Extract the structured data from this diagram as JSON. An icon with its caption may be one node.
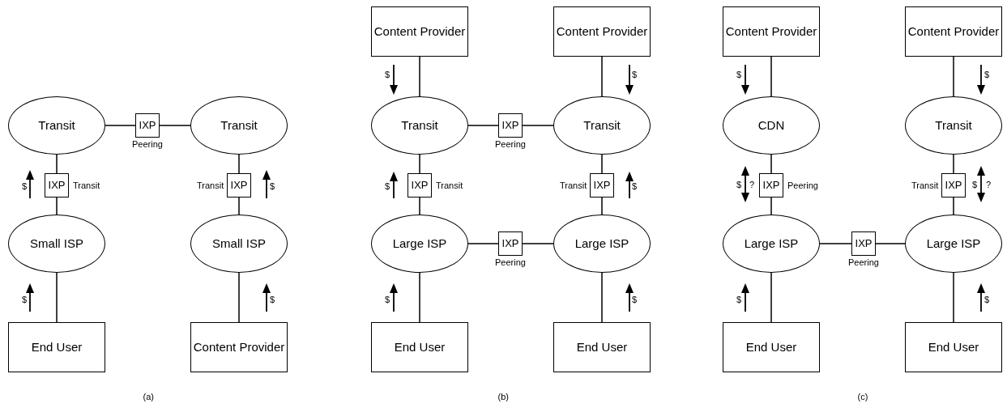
{
  "diagram": {
    "nodes": [
      {
        "text": [
          "Transit"
        ]
      },
      {
        "text": [
          "IXP"
        ],
        "beside": [
          "Peering"
        ]
      },
      {
        "text": [
          "Transit"
        ]
      },
      {
        "text": [
          "IXP"
        ],
        "beside": [
          "Transit"
        ]
      },
      {
        "text": [
          "IXP"
        ],
        "beside": [
          "Transit"
        ]
      },
      {
        "text": [
          "Small ISP"
        ]
      },
      {
        "text": [
          "Small ISP"
        ]
      },
      {
        "text": [
          "End User"
        ]
      },
      {
        "text": [
          "Content Provider"
        ]
      },
      {
        "text": [
          "Content Provider"
        ]
      },
      {
        "text": [
          "Content Provider"
        ]
      },
      {
        "text": [
          "Transit"
        ]
      },
      {
        "text": [
          "IXP"
        ],
        "beside": [
          "Peering"
        ]
      },
      {
        "text": [
          "Transit"
        ]
      },
      {
        "text": [
          "IXP"
        ],
        "beside": [
          "Transit"
        ]
      },
      {
        "text": [
          "IXP"
        ],
        "beside": [
          "Transit"
        ]
      },
      {
        "text": [
          "Large ISP"
        ]
      },
      {
        "text": [
          "IXP"
        ],
        "beside": [
          "Peering"
        ]
      },
      {
        "text": [
          "Large ISP"
        ]
      },
      {
        "text": [
          "End User"
        ]
      },
      {
        "text": [
          "End User"
        ]
      },
      {
        "text": [
          "Content Provider"
        ]
      },
      {
        "text": [
          "Content Provider"
        ]
      },
      {
        "text": [
          "CDN"
        ]
      },
      {
        "text": [
          "Transit"
        ]
      },
      {
        "text": [
          "IXP"
        ],
        "beside": [
          "Peering"
        ]
      },
      {
        "text": [
          "IXP"
        ],
        "beside": [
          "Transit"
        ]
      },
      {
        "text": [
          "Large ISP"
        ]
      },
      {
        "text": [
          "IXP"
        ],
        "beside": [
          "Peering"
        ]
      },
      {
        "text": [
          "Large ISP"
        ]
      },
      {
        "text": [
          "End User"
        ]
      },
      {
        "text": [
          "End User"
        ]
      }
    ],
    "edges": [
      {
        "from": 0,
        "to": 1,
        "arrow": "none"
      },
      {
        "from": 1,
        "to": 2,
        "arrow": "none"
      },
      {
        "from": 0,
        "to": 3,
        "arrow": "none"
      },
      {
        "from": 3,
        "to": 5,
        "arrow": "none"
      },
      {
        "from": 2,
        "to": 4,
        "arrow": "none"
      },
      {
        "from": 4,
        "to": 6,
        "arrow": "none"
      },
      {
        "from": 5,
        "to": 7,
        "arrow": "none"
      },
      {
        "from": 6,
        "to": 8,
        "arrow": "none"
      },
      {
        "from": 9,
        "to": 11,
        "arrow": "none"
      },
      {
        "from": 10,
        "to": 13,
        "arrow": "none"
      },
      {
        "from": 11,
        "to": 12,
        "arrow": "none"
      },
      {
        "from": 12,
        "to": 13,
        "arrow": "none"
      },
      {
        "from": 11,
        "to": 14,
        "arrow": "none"
      },
      {
        "from": 14,
        "to": 16,
        "arrow": "none"
      },
      {
        "from": 13,
        "to": 15,
        "arrow": "none"
      },
      {
        "from": 15,
        "to": 18,
        "arrow": "none"
      },
      {
        "from": 16,
        "to": 17,
        "arrow": "none"
      },
      {
        "from": 17,
        "to": 18,
        "arrow": "none"
      },
      {
        "from": 16,
        "to": 19,
        "arrow": "none"
      },
      {
        "from": 18,
        "to": 20,
        "arrow": "none"
      },
      {
        "from": 21,
        "to": 23,
        "arrow": "none"
      },
      {
        "from": 22,
        "to": 24,
        "arrow": "none"
      },
      {
        "from": 23,
        "to": 25,
        "arrow": "none"
      },
      {
        "from": 25,
        "to": 27,
        "arrow": "none"
      },
      {
        "from": 24,
        "to": 26,
        "arrow": "none"
      },
      {
        "from": 26,
        "to": 29,
        "arrow": "none"
      },
      {
        "from": 27,
        "to": 28,
        "arrow": "none"
      },
      {
        "from": 28,
        "to": 29,
        "arrow": "none"
      },
      {
        "from": 27,
        "to": 30,
        "arrow": "none"
      },
      {
        "from": 29,
        "to": 31,
        "arrow": "none"
      }
    ],
    "labels": [
      "$",
      "$",
      "$",
      "$",
      "(a)",
      "$",
      "$",
      "$",
      "$",
      "$",
      "$",
      "(b)",
      "$",
      "$",
      "$",
      "?",
      "$",
      "?",
      "$",
      "$",
      "(c)"
    ]
  }
}
